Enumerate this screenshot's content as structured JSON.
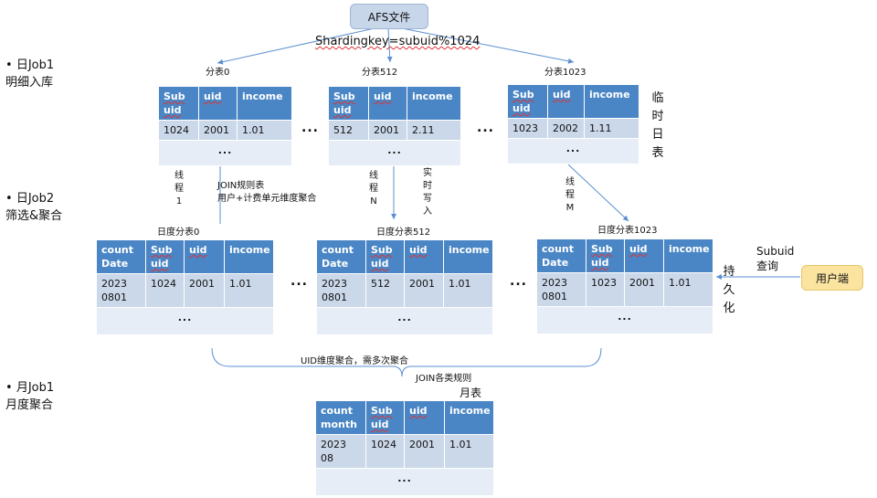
{
  "source_box": "AFS文件",
  "sharding_key": "Shardingkey=subuid%1024",
  "stages": [
    {
      "line1": "日Job1",
      "line2": "明细入库"
    },
    {
      "line1": "日Job2",
      "line2": "筛选&聚合"
    },
    {
      "line1": "月Job1",
      "line2": "月度聚合"
    }
  ],
  "temp_label": "临时日表",
  "persist_label": "持久化",
  "top_tables": [
    {
      "name": "分表0",
      "headers": [
        "Sub uid",
        "uid",
        "income"
      ],
      "row": [
        "1024",
        "2001",
        "1.01"
      ],
      "more": "..."
    },
    {
      "name": "分表512",
      "headers": [
        "Sub uid",
        "uid",
        "income"
      ],
      "row": [
        "512",
        "2001",
        "2.11"
      ],
      "more": "..."
    },
    {
      "name": "分表1023",
      "headers": [
        "Sub uid",
        "uid",
        "income"
      ],
      "row": [
        "1023",
        "2002",
        "1.11"
      ],
      "more": "..."
    }
  ],
  "day_tables": [
    {
      "name": "日度分表0",
      "headers": [
        "count Date",
        "Sub uid",
        "uid",
        "income"
      ],
      "row": [
        "2023 0801",
        "1024",
        "2001",
        "1.01"
      ],
      "more": "..."
    },
    {
      "name": "日度分表512",
      "headers": [
        "count Date",
        "Sub uid",
        "uid",
        "income"
      ],
      "row": [
        "2023 0801",
        "512",
        "2001",
        "1.01"
      ],
      "more": "..."
    },
    {
      "name": "日度分表1023",
      "headers": [
        "count Date",
        "Sub uid",
        "uid",
        "income"
      ],
      "row": [
        "2023 0801",
        "1023",
        "2001",
        "1.01"
      ],
      "more": "..."
    }
  ],
  "month_table": {
    "name": "月表",
    "headers": [
      "count month",
      "Sub uid",
      "uid",
      "income"
    ],
    "row": [
      "2023 08",
      "1024",
      "2001",
      "1.01"
    ],
    "more": "..."
  },
  "between_dots": "...",
  "thread_labels": [
    "线程1",
    "线程N",
    "线程M"
  ],
  "join_rule": "JOIN规则表",
  "join_rule_detail": "用户+计费单元维度聚合",
  "realtime_write": "实时写入",
  "uid_agg": "UID维度聚合，需多次聚合",
  "join_rules": "JOIN各类规则",
  "query_label_1": "Subuid",
  "query_label_2": "查询",
  "user_box": "用户端"
}
